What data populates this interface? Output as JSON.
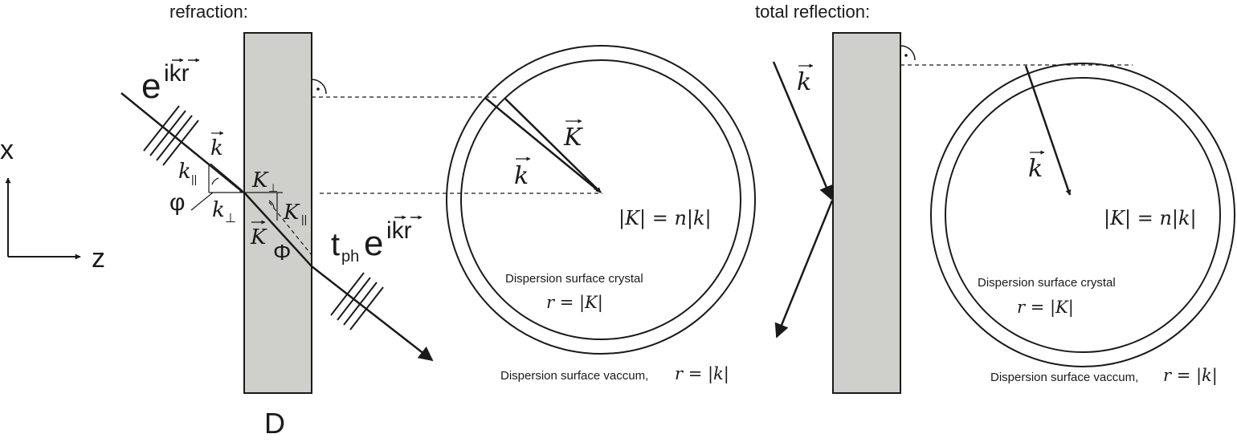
{
  "headings": {
    "refraction": "refraction:",
    "total_reflection": "total reflection:"
  },
  "axes": {
    "x": "x",
    "z": "z"
  },
  "slab_label": "D",
  "waves": {
    "incident_e": "e",
    "incident_exp": "ikr",
    "transmitted_t": "t",
    "transmitted_sub": "ph",
    "transmitted_e": "e",
    "transmitted_exp": "ikr"
  },
  "vectors": {
    "k": "k",
    "K": "K"
  },
  "components": {
    "k_par": "k",
    "k_par_sub": "||",
    "k_perp": "k",
    "k_perp_sub": "⊥",
    "K_perp": "K",
    "K_perp_sub": "⊥",
    "K_par": "K",
    "K_par_sub": "||"
  },
  "angles": {
    "phi_small": "φ",
    "phi_big": "Φ"
  },
  "equations": {
    "magnitude": "|K| = n|k|",
    "r_crystal": "r = |K|",
    "r_vacuum": "r = |k|"
  },
  "labels": {
    "crystal_surface": "Dispersion surface crystal",
    "vacuum_surface": "Dispersion surface vaccum,"
  },
  "colors": {
    "slab_fill": "#cfd0cb",
    "ink": "#1a1a1a"
  }
}
